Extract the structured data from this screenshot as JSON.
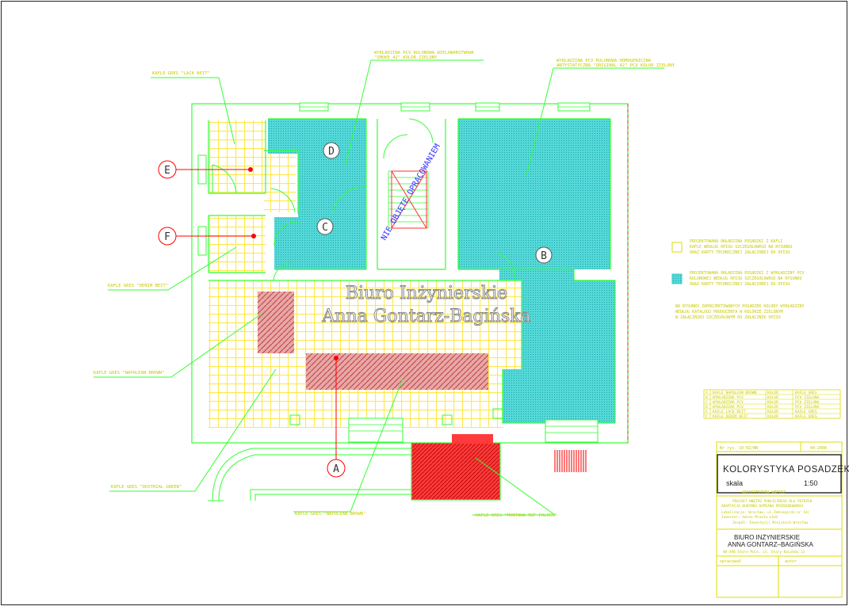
{
  "watermark": {
    "line1": "Biuro Inżynierskie",
    "line2": "Anna Gontarz-Bagińska"
  },
  "callouts": {
    "A": "A",
    "B": "B",
    "C": "C",
    "D": "D",
    "E": "E",
    "F": "F"
  },
  "stair_note": "NIE OBJĘTE OPRACOWANIEM",
  "notes": {
    "top_center_1": "WYKŁADZINA PCV RULONOWA WIELOWARSTWOWA",
    "top_center_2": "\"SMOKE 42\" KOLOR ZIELONY",
    "top_right_1": "WYKŁADZINA PCV RULONOWA HOMOGENICZNA",
    "top_right_2": "ANTYSTATYCZNA \"ORIGINAL 42\" PCV KOLOR ZIELONY",
    "left_E": "KAFLE GRES \"LACK BEIT\"",
    "left_F": "KAFLE GRES \"DENIM BEIT\"",
    "left_mid": "KAFLE GRES \"NAPOLEAN BROWN\"",
    "left_low": "KAFLE GRES \"DUSTRIAL GREEN\"",
    "bottom_A": "KAFLE GRES \"NAPOLEAN BROWN\"",
    "bottom_red": "KAFLE GRES \"MONTANA RUF FOLIES\""
  },
  "legend": {
    "yellow_1": "PROJEKTOWANA OKŁADZINA POSADZKI Z KAFLI",
    "yellow_2": "KAFLE WEDŁUG OPISU SZCZEGÓŁOWEGO NA RYSUNKU",
    "yellow_3": "ORAZ KARTY TECHNICZNEJ ZAŁĄCZONEJ DO OPISU",
    "cyan_1": "PROJEKTOWANA OKŁADZINA POSADZKI Z WYKŁADZINY PCV",
    "cyan_2": "RULONOWEJ WEDŁUG OPISU SZCZEGÓŁOWEGO NA RYSUNKU",
    "cyan_3": "ORAZ KARTY TECHNICZNEJ ZAŁĄCZONEJ DO OPISU",
    "note_1": "NA RYSUNKU ZAPROJEKTOWANYCH POSADZEK KOLORY WYKŁADZINY",
    "note_2": "WEDŁUG KATALOGU PRODUCENTA W KOLORZE ZIELONYM",
    "note_3": "W ZAŁĄCZNIKU SZCZEGÓŁOWYM DO ZAŁĄCZNIK OPISU"
  },
  "schedule": [
    [
      "A",
      "KAFLE NAPOLEAN BROWN",
      "KOLOR",
      "KAFLE GRES"
    ],
    [
      "B",
      "WYKŁADZINA PCV",
      "KOLOR",
      "PCV ZIELONA"
    ],
    [
      "C",
      "WYKŁADZINA PCV",
      "KOLOR",
      "PCV ZIELONA"
    ],
    [
      "D",
      "WYKŁADZINA PCV",
      "KOLOR",
      "PCV ZIELONA"
    ],
    [
      "E",
      "KAFLE LACK BEIT",
      "KOLOR",
      "KAFLE GRES"
    ],
    [
      "F",
      "KAFLE DENIM BEIT",
      "KOLOR",
      "KAFLE GRES"
    ]
  ],
  "title_block": {
    "top_left": "Nr rys. 10 RZ/WN",
    "top_right": "04-2008",
    "title": "KOLORYSTYKA POSADZEK",
    "scale_label": "skala",
    "scale_value": "1:50",
    "dept": "ARCHITEKTURA WNĘTRZ",
    "desc_1": "PROJEKT WNĘTRZ PUBLICZNEGO DLA POTRZEB",
    "desc_2": "ADAPTACJA BUDYNKU WYMIANA PRZEBUDOWANIA",
    "desc_3": "Lokalizacja: Wrocław, ul.Żabiego(dz.nr 14)",
    "desc_4": "Inwestor: Gmina Miasta Łódź",
    "desc_5": "Zespół: Inwestycji Miejskich Wrocław",
    "office_1": "BIURO INŻYNIERSKIE",
    "office_2": "ANNA GONTARZ–BAGIŃSKA",
    "office_addr": "80-496 Stare Pole, ul. Stary Kaczków 13",
    "sig_left": "opracował",
    "sig_right": "autor"
  },
  "colors": {
    "background": "#ffffff",
    "linework": "#33ff33",
    "tile_yellow": "#ffff66",
    "pcv_cyan": "#33cccc",
    "brown_hatch": "#d06070",
    "red_tile": "#ff3030",
    "callout": "#ff0000",
    "annotation_text": "#dddd00",
    "watermark": "#a0a0a0"
  }
}
